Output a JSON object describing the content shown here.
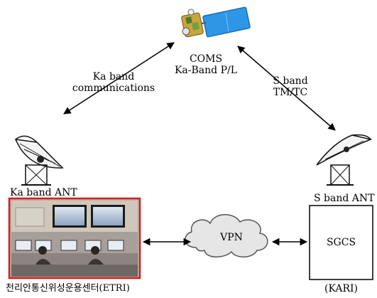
{
  "satellite": {
    "name": "COMS",
    "payload": "Ka-Band P/L",
    "icon": "satellite-icon"
  },
  "links": {
    "ka": [
      "Ka band",
      "communications"
    ],
    "s": [
      "S band",
      "TM/TC"
    ]
  },
  "ka_station": {
    "antenna_label": "Ka band ANT",
    "center_label": "천리안통신위성운용센터(ETRI)",
    "icon": "dish-antenna-icon"
  },
  "s_station": {
    "antenna_label": "S band ANT",
    "system_label": "SGCS",
    "org_label": "(KARI)",
    "icon": "dish-antenna-icon"
  },
  "network": {
    "label": "VPN",
    "icon": "cloud-icon"
  },
  "colors": {
    "photo_border": "#d81e1e",
    "cloud_fill": "#e6e6e6",
    "solar_panel": "#2e96e6",
    "line": "#000000"
  }
}
